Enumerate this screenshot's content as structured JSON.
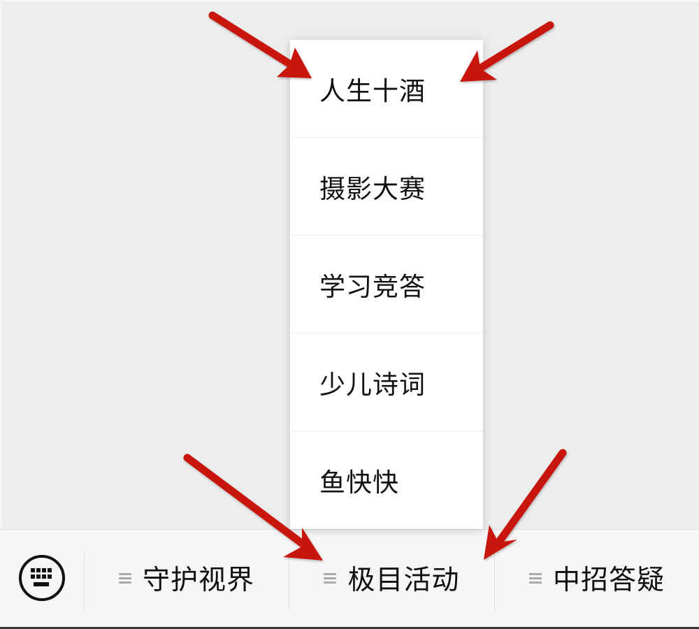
{
  "submenu": {
    "items": [
      {
        "label": "人生十酒"
      },
      {
        "label": "摄影大赛"
      },
      {
        "label": "学习竞答"
      },
      {
        "label": "少儿诗词"
      },
      {
        "label": "鱼快快"
      }
    ]
  },
  "menubar": {
    "keyboard_icon": "keyboard-icon",
    "tabs": [
      {
        "label": "守护视界",
        "icon": "hamburger-icon"
      },
      {
        "label": "极目活动",
        "icon": "hamburger-icon"
      },
      {
        "label": "中招答疑",
        "icon": "hamburger-icon"
      }
    ]
  },
  "colors": {
    "background": "#ededed",
    "menubar_background": "#f6f6f6",
    "submenu_background": "#ffffff",
    "text": "#111111",
    "hamburger": "#a9a9a9",
    "annotation_arrow": "#c8160f"
  },
  "annotations": {
    "arrows": [
      {
        "target": "submenu-item-1",
        "direction": "down-right"
      },
      {
        "target": "submenu-item-1",
        "direction": "down-left"
      },
      {
        "target": "tab-2",
        "direction": "down-right"
      },
      {
        "target": "tab-2",
        "direction": "down-left"
      }
    ]
  }
}
